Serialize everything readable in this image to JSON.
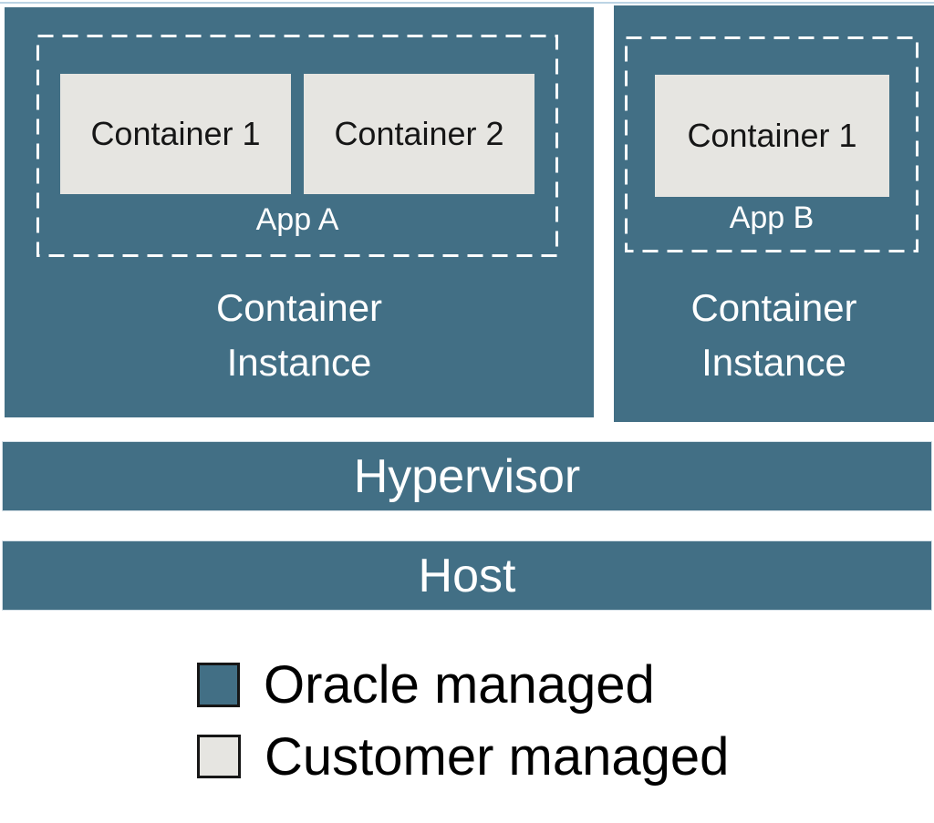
{
  "colors": {
    "oracle_managed_teal": "#426F85",
    "customer_managed_gray": "#E6E5E1",
    "dashed_border": "#FFFFFF",
    "label_text_on_teal": "#FFFFFF",
    "label_text_on_gray": "#161616",
    "legend_text": "#000000"
  },
  "diagram": {
    "container_instance_left": {
      "label": "Container\nInstance",
      "app": {
        "label": "App A",
        "containers": [
          "Container 1",
          "Container 2"
        ]
      }
    },
    "container_instance_right": {
      "label": "Container\nInstance",
      "app": {
        "label": "App B",
        "containers": [
          "Container 1"
        ]
      }
    },
    "hypervisor_label": "Hypervisor",
    "host_label": "Host"
  },
  "legend": {
    "items": [
      {
        "label": "Oracle managed",
        "color": "#426F85"
      },
      {
        "label": "Customer managed",
        "color": "#E6E5E1"
      }
    ]
  }
}
